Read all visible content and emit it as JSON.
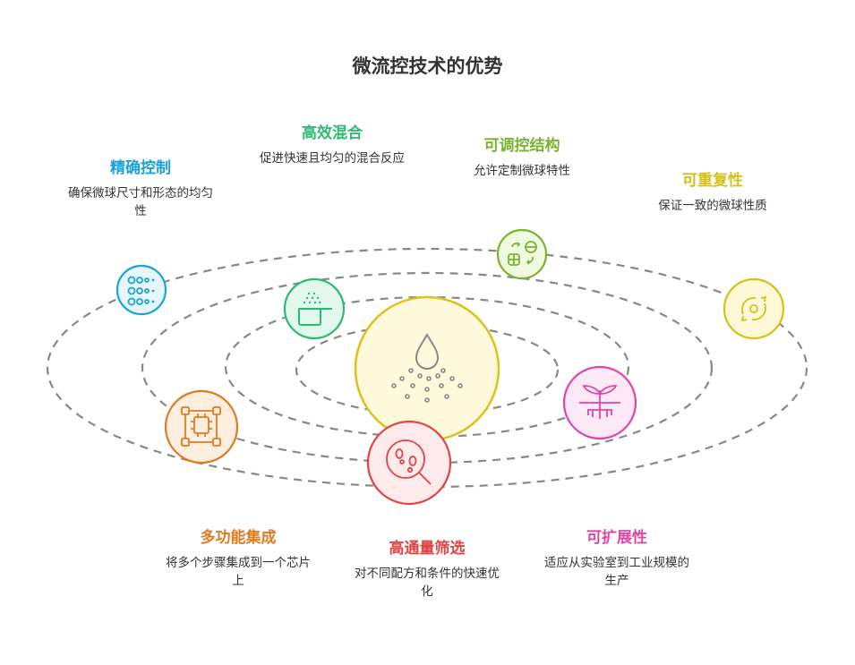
{
  "title": "微流控技术的优势",
  "center": {
    "icon": "droplet-particles-icon"
  },
  "items": [
    {
      "title": "精确控制",
      "desc": "确保微球尺寸和形态的均匀性",
      "color": "#1aa3d9",
      "icon": "dot-grid-icon"
    },
    {
      "title": "高效混合",
      "desc": "促进快速且均匀的混合反应",
      "color": "#2fba74",
      "icon": "mixing-cup-icon"
    },
    {
      "title": "可调控结构",
      "desc": "允许定制微球特性",
      "color": "#7ab42e",
      "icon": "transform-shapes-icon"
    },
    {
      "title": "可重复性",
      "desc": "保证一致的微球性质",
      "color": "#d8c01a",
      "icon": "repeat-cycle-icon"
    },
    {
      "title": "多功能集成",
      "desc": "将多个步骤集成到一个芯片上",
      "color": "#e07b22",
      "icon": "chip-icon"
    },
    {
      "title": "高通量筛选",
      "desc": "对不同配方和条件的快速优化",
      "color": "#e04444",
      "icon": "magnifier-icon"
    },
    {
      "title": "可扩展性",
      "desc": "适应从实验室到工业规模的生产",
      "color": "#e046a3",
      "icon": "sprout-icon"
    }
  ]
}
